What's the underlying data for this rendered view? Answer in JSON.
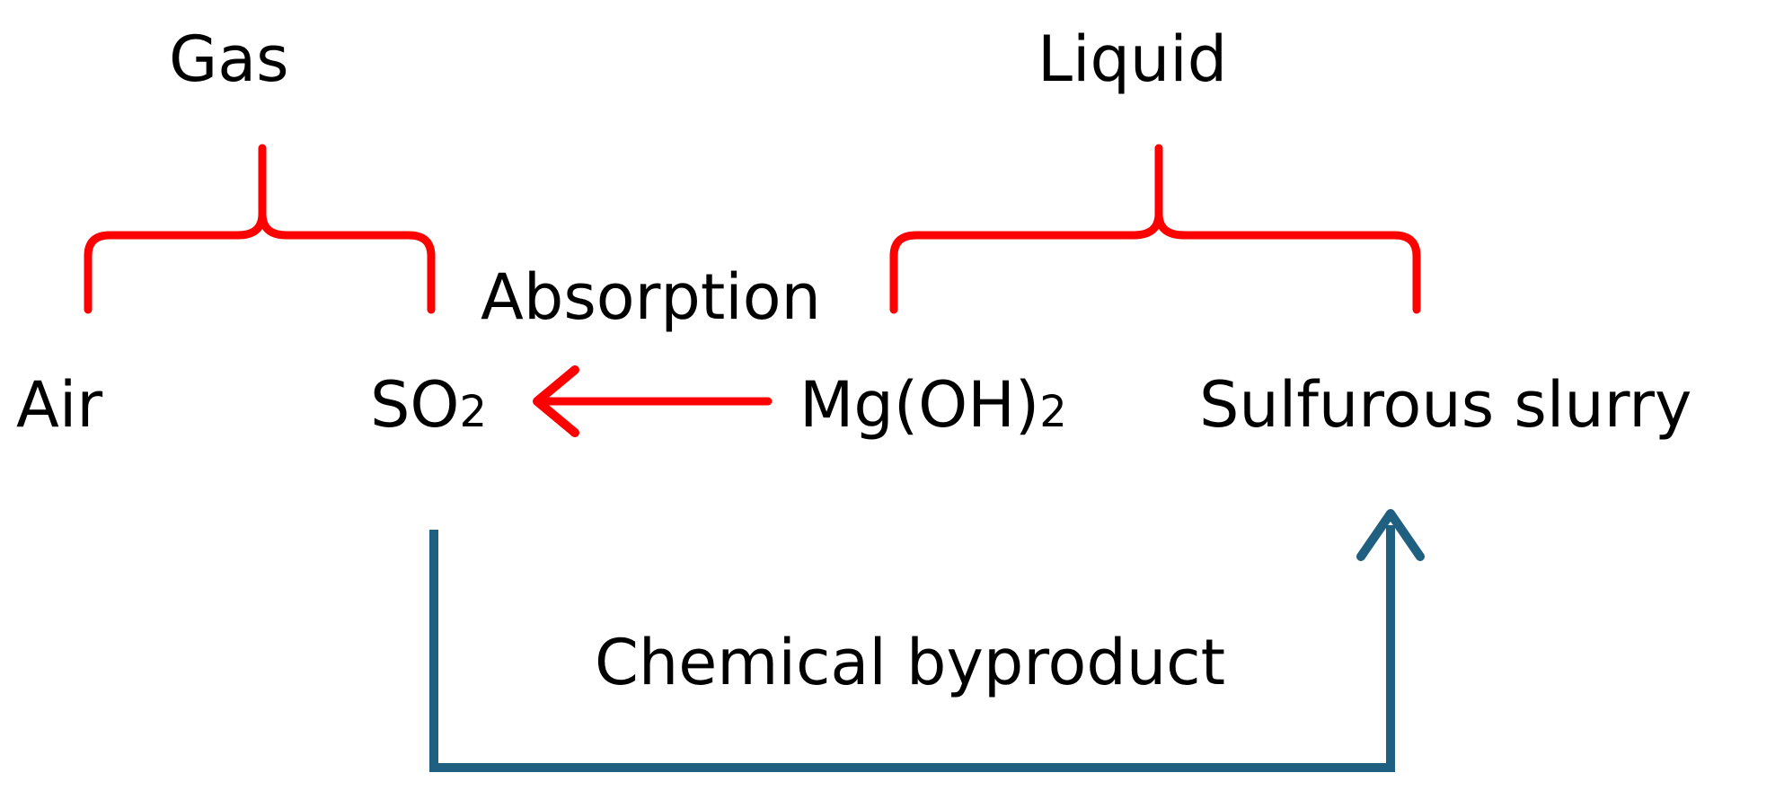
{
  "labels": {
    "gas": "Gas",
    "liquid": "Liquid",
    "absorption": "Absorption",
    "air": "Air",
    "so2": "SO",
    "so2_sub": "2",
    "mgoh2": "Mg(OH)",
    "mgoh2_sub": "2",
    "slurry": "Sulfurous slurry",
    "byproduct": "Chemical byproduct"
  },
  "colors": {
    "bracket": "#ff0000",
    "absorption_arrow": "#ff0000",
    "byproduct_arrow": "#1f5f7f",
    "text": "#000000"
  }
}
